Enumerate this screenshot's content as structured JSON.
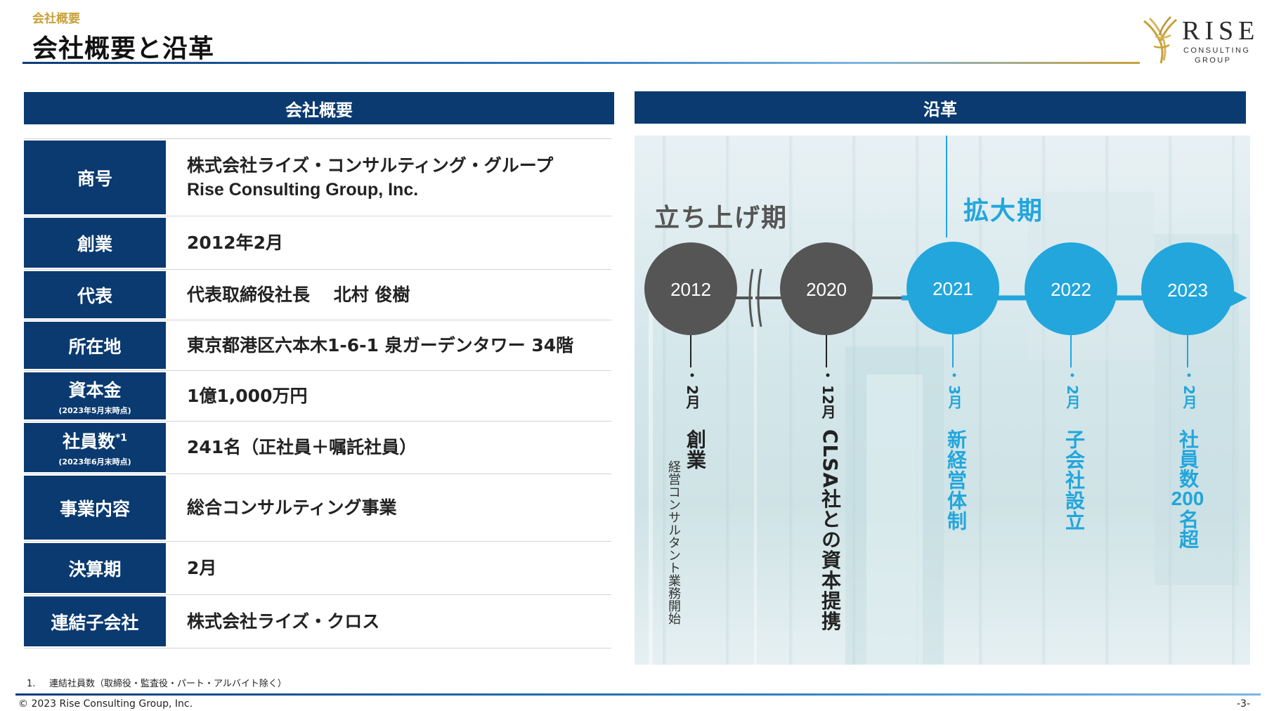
{
  "header": {
    "breadcrumb": "会社概要",
    "title": "会社概要と沿革"
  },
  "logo": {
    "word": "RISE",
    "sub1": "CONSULTING",
    "sub2": "GROUP"
  },
  "colors": {
    "navy": "#0a3a70",
    "accent_blue": "#22a6dc",
    "gray_circle": "#555555",
    "gold": "#c9a13b"
  },
  "overview": {
    "heading": "会社概要",
    "rows": [
      {
        "label": "商号",
        "value": "株式会社ライズ・コンサルティング・グループ",
        "value2": "Rise Consulting Group, Inc."
      },
      {
        "label": "創業",
        "value": "2012年2月"
      },
      {
        "label": "代表",
        "value": "代表取締役社長　 北村 俊樹"
      },
      {
        "label": "所在地",
        "value": "東京都港区六本木1-6-1 泉ガーデンタワー 34階"
      },
      {
        "label": "資本金",
        "note": "(2023年5月末時点)",
        "value": "1億1,000万円"
      },
      {
        "label": "社員数",
        "sup": "*1",
        "note": "(2023年6月末時点)",
        "value": "241名（正社員＋嘱託社員）"
      },
      {
        "label": "事業内容",
        "value": "総合コンサルティング事業"
      },
      {
        "label": "決算期",
        "value": "2月"
      },
      {
        "label": "連結子会社",
        "value": "株式会社ライズ・クロス"
      }
    ]
  },
  "history": {
    "heading": "沿革",
    "phases": {
      "startup": "立ち上げ期",
      "expansion": "拡大期"
    },
    "milestones": [
      {
        "year": "2012",
        "month": "2月",
        "event": "創業",
        "sub": "経営コンサルタント業務開始"
      },
      {
        "year": "2020",
        "month": "12月",
        "event": "CLSA社との資本提携"
      },
      {
        "year": "2021",
        "month": "3月",
        "event": "新経営体制"
      },
      {
        "year": "2022",
        "month": "2月",
        "event": "子会社設立"
      },
      {
        "year": "2023",
        "month": "2月",
        "event": "社員数",
        "event2": "200",
        "event3": "名超"
      }
    ]
  },
  "footnote": {
    "num": "1.",
    "text": "連結社員数（取締役・監査役・パート・アルバイト除く）"
  },
  "footer": {
    "copyright": "© 2023 Rise Consulting Group, Inc.",
    "page": "-3-"
  }
}
